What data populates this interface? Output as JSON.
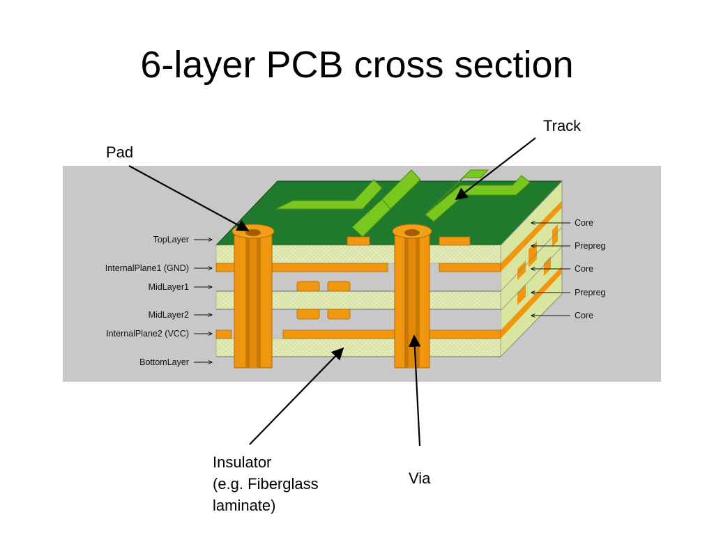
{
  "title": "6-layer PCB cross section",
  "callouts": {
    "track": "Track",
    "pad": "Pad",
    "insulator_lines": [
      "Insulator",
      "(e.g. Fiberglass",
      "laminate)"
    ],
    "via": "Via"
  },
  "left_labels": [
    "TopLayer",
    "InternalPlane1 (GND)",
    "MidLayer1",
    "MidLayer2",
    "InternalPlane2 (VCC)",
    "BottomLayer"
  ],
  "right_labels": [
    "Core",
    "Prepreg",
    "Core",
    "Prepreg",
    "Core"
  ],
  "colors": {
    "panel": "#c8c8c8",
    "solder_mask": "#1f7a2e",
    "track": "#7ac720",
    "copper": "#f0960f",
    "insulator": "#e3ecb8",
    "side_face": "#d8e6a0"
  }
}
